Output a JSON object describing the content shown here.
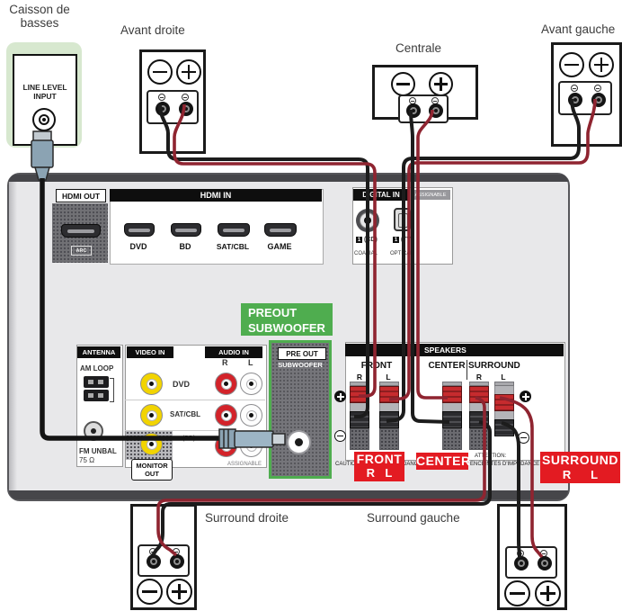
{
  "diagram": {
    "top_labels": {
      "subwoofer": "Caisson de basses",
      "front_right": "Avant droite",
      "center": "Centrale",
      "front_left": "Avant gauche"
    },
    "bottom_labels": {
      "surround_right": "Surround droite",
      "surround_left": "Surround gauche"
    },
    "subwoofer_unit": {
      "input_label": "LINE LEVEL INPUT"
    },
    "receiver": {
      "hdmi_out": "HDMI OUT",
      "arc": "ARC",
      "hdmi_in": "HDMI IN",
      "hdmi_ports": [
        "DVD",
        "BD",
        "SAT/CBL",
        "GAME"
      ],
      "digital_in": "DIGITAL IN",
      "assignable_top": "ASSIGNABLE",
      "coax_ch": "1",
      "coax_txt": "(CD)",
      "opt_ch": "1",
      "opt_txt": "(TV)",
      "coaxial": "COAXIAL",
      "optical": "OPTICAL",
      "antenna": "ANTENNA",
      "am_loop": "AM LOOP",
      "fm_unbal": "FM UNBAL",
      "fm_ohm": "75 Ω",
      "video_in": "VIDEO IN",
      "audio_in": "AUDIO IN",
      "r": "R",
      "l": "L",
      "row_dvd": "DVD",
      "row_satcbl": "SAT/CBL",
      "row_bd": "(BD)",
      "monitor_out_1": "MONITOR",
      "monitor_out_2": "OUT",
      "assignable_bottom": "ASSIGNABLE",
      "preout_callout_1": "PREOUT",
      "preout_callout_2": "SUBWOOFER",
      "pre_out": "PRE OUT",
      "pre_out_sub": "SUBWOOFER",
      "speakers": "SPEAKERS",
      "front": "FRONT",
      "center": "CENTER",
      "surround": "SURROUND",
      "caution_en": "CAUTION: SPEAKER IMPEDANCE 6Ω-16Ω.",
      "caution_fr_1": "ATTENTION:",
      "caution_fr_2": "ENCEINTES D'IMPEDANCE 6Ω-16Ω."
    },
    "badges": {
      "front": "FRONT",
      "center": "CENTER",
      "surround": "SURROUND",
      "r": "R",
      "l": "L"
    },
    "colors": {
      "callout_green": "#4fad4f",
      "badge_red": "#e31b22",
      "wire_red": "#8f2430",
      "wire_black": "#1c1c1c",
      "rca_yellow": "#f2d400",
      "rca_red": "#d3232a"
    }
  }
}
